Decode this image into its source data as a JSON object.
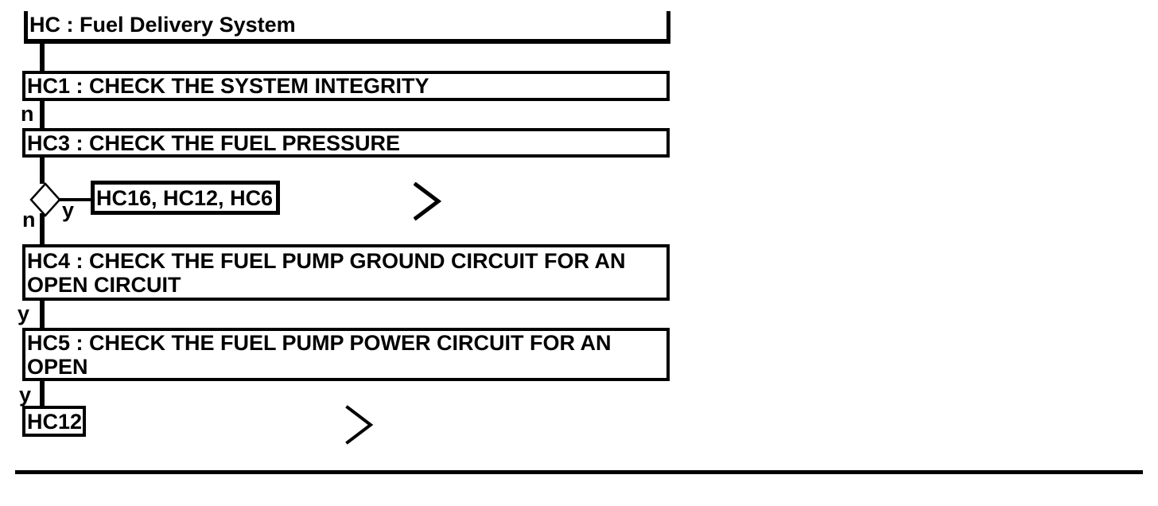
{
  "colors": {
    "ink": "#000000",
    "paper": "#ffffff"
  },
  "flowchart": {
    "title": {
      "label": "HC : Fuel Delivery System"
    },
    "hc1": {
      "label": "HC1 : CHECK THE SYSTEM INTEGRITY",
      "branch_label": "n"
    },
    "hc3": {
      "label": "HC3 : CHECK THE FUEL PRESSURE"
    },
    "decision": {
      "yes_label": "y",
      "no_label": "n",
      "yes_target_label": "HC16, HC12, HC6"
    },
    "hc4": {
      "lines": [
        "HC4 : CHECK THE FUEL PUMP GROUND CIRCUIT FOR AN",
        "OPEN CIRCUIT"
      ],
      "branch_label": "y"
    },
    "hc5": {
      "lines": [
        "HC5 : CHECK THE FUEL PUMP POWER CIRCUIT FOR AN",
        "OPEN"
      ],
      "branch_label": "y"
    },
    "hc12": {
      "label": "HC12"
    }
  }
}
